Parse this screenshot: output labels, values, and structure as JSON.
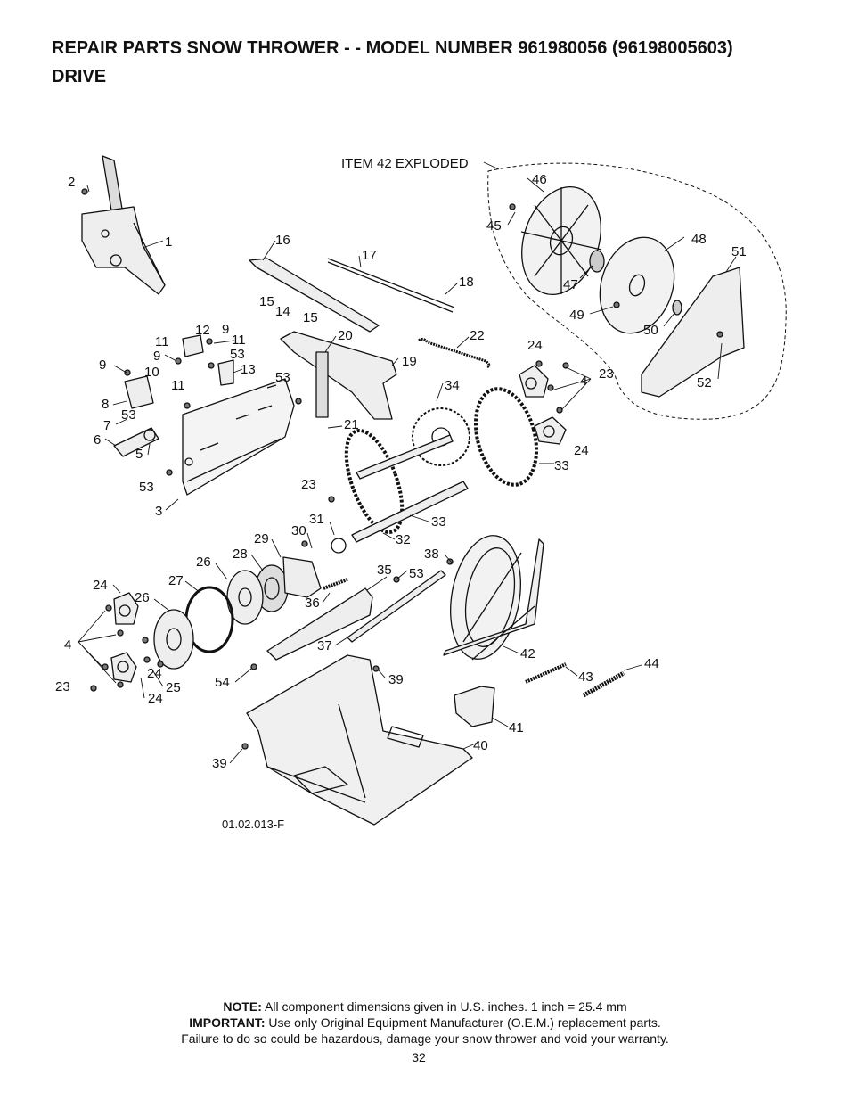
{
  "header": {
    "title_line1": "REPAIR PARTS  SNOW THROWER - - MODEL NUMBER  961980056 (96198005603)",
    "title_line2": "DRIVE"
  },
  "diagram": {
    "exploded_label": "ITEM 42 EXPLODED",
    "drawing_number": "01.02.013-F",
    "callouts": [
      "1",
      "2",
      "3",
      "4",
      "4",
      "5",
      "6",
      "7",
      "8",
      "9",
      "9",
      "9",
      "10",
      "11",
      "11",
      "11",
      "12",
      "13",
      "14",
      "15",
      "15",
      "16",
      "17",
      "18",
      "19",
      "20",
      "21",
      "22",
      "23",
      "23",
      "23",
      "24",
      "24",
      "24",
      "24",
      "24",
      "25",
      "26",
      "26",
      "27",
      "28",
      "29",
      "30",
      "31",
      "32",
      "33",
      "33",
      "34",
      "35",
      "36",
      "37",
      "38",
      "39",
      "39",
      "40",
      "41",
      "42",
      "43",
      "44",
      "45",
      "46",
      "47",
      "48",
      "49",
      "50",
      "51",
      "52",
      "53",
      "53",
      "53",
      "53",
      "53",
      "54"
    ]
  },
  "footer": {
    "note_label": "NOTE:",
    "note_text": " All component dimensions given in U.S. inches.    1 inch = 25.4 mm",
    "important_label": "IMPORTANT:",
    "important_text": " Use only Original Equipment Manufacturer (O.E.M.) replacement parts.",
    "warning_text": "Failure to do so could be hazardous, damage your snow thrower and void your warranty.",
    "page_number": "32"
  }
}
